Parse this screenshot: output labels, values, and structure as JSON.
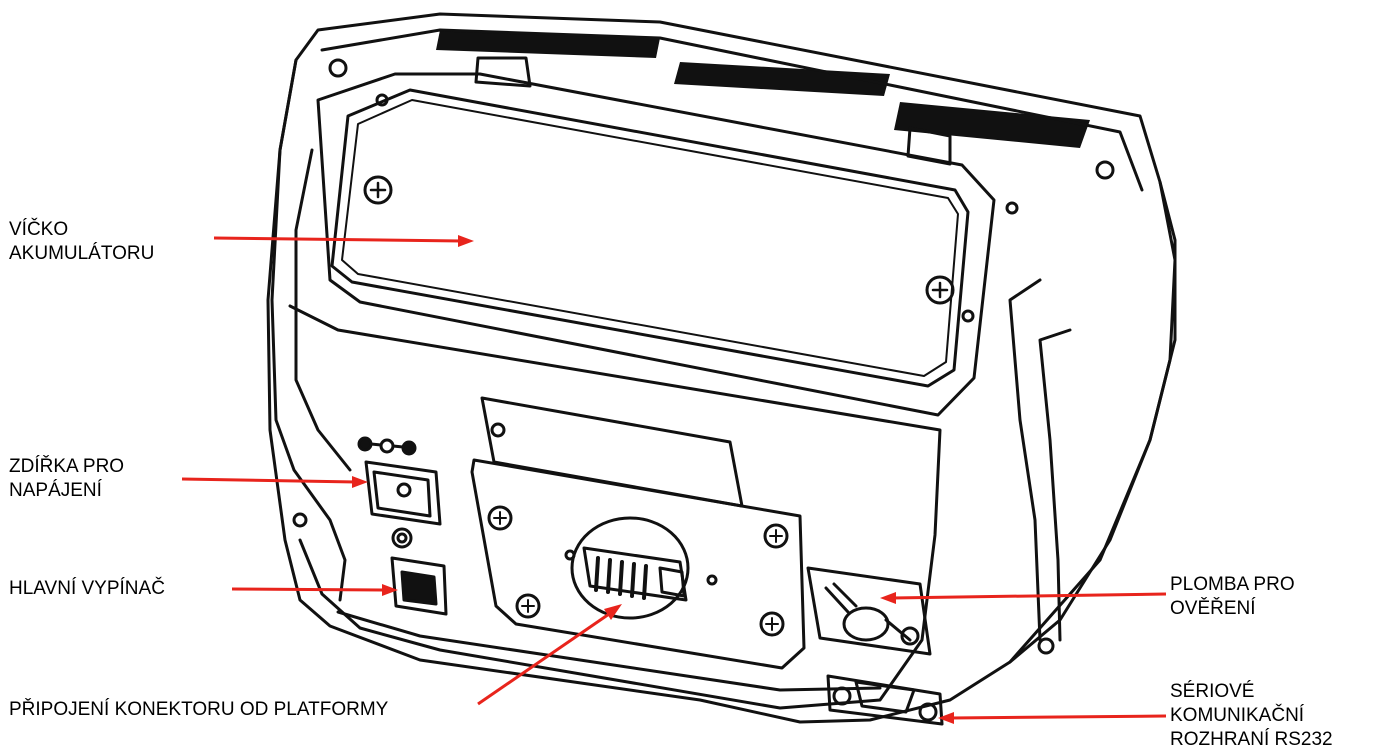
{
  "accent_color": "#e8241c",
  "labels": {
    "battery_cover": [
      "VÍČKO",
      "AKUMULÁTORU"
    ],
    "power_jack": [
      "ZDÍŘKA PRO",
      "NAPÁJENÍ"
    ],
    "main_switch": [
      "HLAVNÍ VYPÍNAČ"
    ],
    "platform_connector": [
      "PŘIPOJENÍ KONEKTORU OD PLATFORMY"
    ],
    "verification_seal": [
      "PLOMBA PRO",
      "OVĚŘENÍ"
    ],
    "serial_interface": [
      "SÉRIOVÉ",
      "KOMUNIKAČNÍ",
      "ROZHRANÍ RS232"
    ]
  },
  "icons": {
    "power_polarity": "dc-polarity-icon",
    "screw": "phillips-screw-icon"
  }
}
